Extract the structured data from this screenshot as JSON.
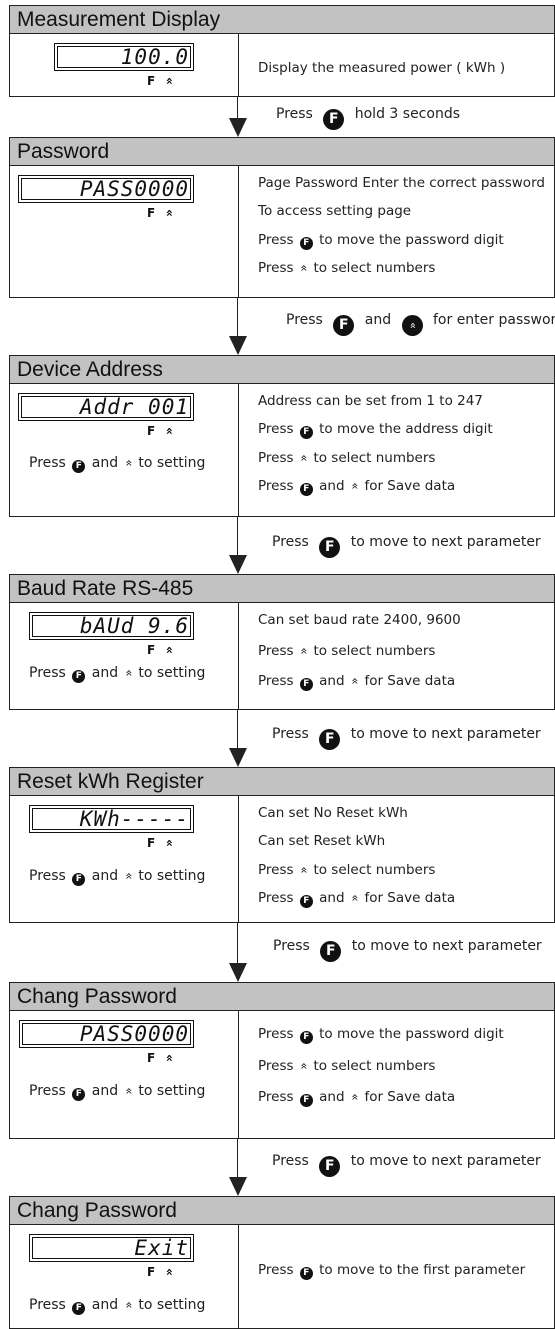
{
  "sections": [
    {
      "title": "Measurement Display",
      "lcd": "100.0",
      "f_label": "F",
      "left_note": "",
      "lines": [
        "Display the measured power ( kWh )"
      ]
    },
    {
      "title": "Password",
      "lcd": "PASS0000",
      "f_label": "F",
      "left_note": "",
      "lines": [
        "Page Password Enter the correct password",
        "To access setting page",
        "Press {F} to move the password digit",
        "Press {U} to select numbers"
      ]
    },
    {
      "title": "Device Address",
      "lcd": "Addr 001",
      "f_label": "F",
      "left_note": "Press {F} and {U} to setting",
      "lines": [
        "Address can be set from 1 to 247",
        "Press {F} to move the address digit",
        "Press {U} to select numbers",
        "Press {F} and {U} for Save data"
      ]
    },
    {
      "title": "Baud Rate RS-485",
      "lcd": "bAUd 9.6",
      "f_label": "F",
      "left_note": "Press {F} and {U} to setting",
      "lines": [
        "Can set baud rate 2400, 9600",
        "Press {U} to select numbers",
        "Press {F} and {U} for Save data"
      ]
    },
    {
      "title": "Reset kWh Register",
      "lcd": "KWh-----",
      "f_label": "F",
      "left_note": "Press {F} and {U} to setting",
      "lines": [
        "Can set  No Reset kWh",
        "Can set  Reset kWh",
        "Press {U} to select numbers",
        "Press {F} and {U} for Save data"
      ]
    },
    {
      "title": "Chang Password",
      "lcd": "PASS0000",
      "f_label": "F",
      "left_note": "Press {F} and {U} to setting",
      "lines": [
        "Press {F} to move the password digit",
        "Press {U} to select numbers",
        "Press {F} and {U} for Save data"
      ]
    },
    {
      "title": "Chang Password",
      "lcd": "Exit",
      "f_label": "F",
      "left_note": "Press {F} and {U} to setting",
      "lines": [
        "Press {F} to move to the first parameter"
      ]
    }
  ],
  "flows": [
    "Press {F} hold 3 seconds",
    "Press {F} and {U} for enter password",
    "Press {F} to move to next parameter",
    "Press {F} to move to next parameter",
    "Press {F} to move to next parameter",
    "Press {F} to move to next parameter"
  ],
  "icons": {
    "f_button": "f-button-icon",
    "up_button": "double-chevron-up-icon"
  },
  "colors": {
    "header_bg": "#c2c2c2",
    "border": "#222222"
  }
}
